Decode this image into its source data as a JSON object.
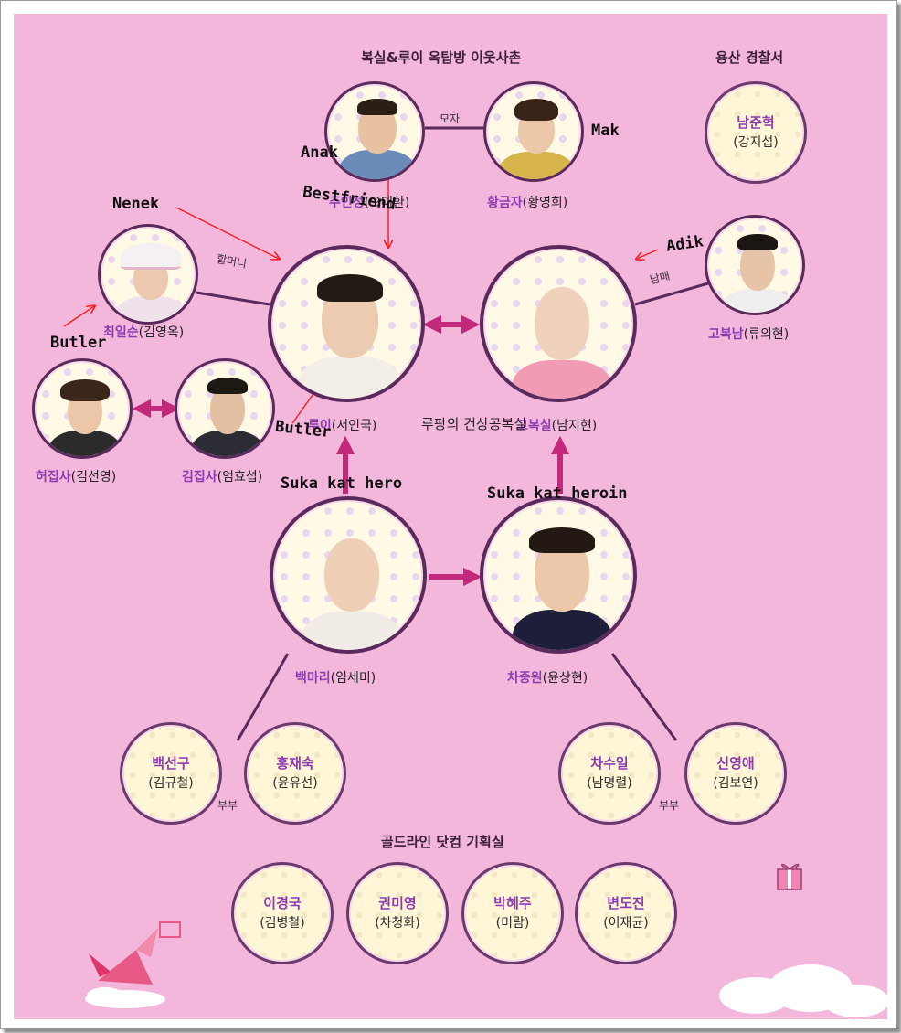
{
  "titles": {
    "neighbors": "복실&루이 옥탑방 이웃사촌",
    "police": "용산 경찰서",
    "planning": "골드라인 닷컴 기획실"
  },
  "characters": {
    "joo_role": "주인성",
    "joo_actor": "(오대환)",
    "hwang_role": "황금자",
    "hwang_actor": "(황영희)",
    "nam_role": "남준혁",
    "nam_actor": "(강지섭)",
    "choi_role": "최일순",
    "choi_actor": "(김영옥)",
    "louis_role": "루이",
    "louis_actor": "(서인국)",
    "bok_role": "고복실",
    "bok_actor": "(남지현)",
    "gobok_role": "고복남",
    "gobok_actor": "(류의현)",
    "heo_role": "허집사",
    "heo_actor": "(김선영)",
    "kim_role": "김집사",
    "kim_actor": "(엄효섭)",
    "baek_role": "백마리",
    "baek_actor": "(임세미)",
    "cha_role": "차중원",
    "cha_actor": "(윤상현)",
    "baeksg_role": "백선구",
    "baeksg_actor": "(김규철)",
    "hong_role": "홍재숙",
    "hong_actor": "(윤유선)",
    "chasu_role": "차수일",
    "chasu_actor": "(남명렬)",
    "shin_role": "신영애",
    "shin_actor": "(김보연)",
    "lee_role": "이경국",
    "lee_actor": "(김병철)",
    "kwon_role": "권미영",
    "kwon_actor": "(차청화)",
    "park_role": "박혜주",
    "park_actor": "(미람)",
    "byun_role": "변도진",
    "byun_actor": "(이재균)"
  },
  "relations": {
    "mother_son": "모자",
    "grandma": "할머니",
    "siblings": "남매",
    "couple_left": "부부",
    "couple_right": "부부",
    "handwritten": "루팡의 건상공복실"
  },
  "annotations": {
    "anak": "Anak",
    "mak": "Mak",
    "bestfriend": "Bestfriend",
    "nenek": "Nenek",
    "adik": "Adik",
    "butler1": "Butler",
    "butler2": "Butler",
    "hero": "Suka kat hero",
    "heroin": "Suka kat heroin"
  },
  "colors": {
    "background": "#f3b7dc",
    "line": "#5a2a5c",
    "arrow": "#c2297a",
    "role_name": "#8e3bb1",
    "annotation_arrow": "#ff1a1a"
  }
}
